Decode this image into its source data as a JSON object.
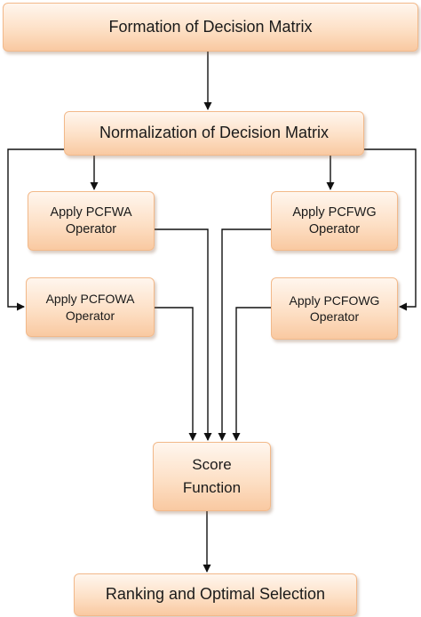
{
  "diagram": {
    "nodes": {
      "formation": "Formation of Decision Matrix",
      "normalization": "Normalization of Decision Matrix",
      "pcfwa": "Apply PCFWA\nOperator",
      "pcfwg": "Apply PCFWG\nOperator",
      "pcfowa": "Apply PCFOWA\nOperator",
      "pcfowg": "Apply PCFOWG\nOperator",
      "score": "Score\nFunction",
      "ranking": "Ranking and Optimal Selection"
    },
    "edges": [
      {
        "from": "formation",
        "to": "normalization"
      },
      {
        "from": "normalization",
        "to": "pcfwa"
      },
      {
        "from": "normalization",
        "to": "pcfwg"
      },
      {
        "from": "normalization",
        "to": "pcfowa"
      },
      {
        "from": "normalization",
        "to": "pcfowg"
      },
      {
        "from": "pcfwa",
        "to": "score"
      },
      {
        "from": "pcfwg",
        "to": "score"
      },
      {
        "from": "pcfowa",
        "to": "score"
      },
      {
        "from": "pcfowg",
        "to": "score"
      },
      {
        "from": "score",
        "to": "ranking"
      }
    ],
    "colors": {
      "node_border": "#f2b98a",
      "node_fill_top": "#fff6ee",
      "node_fill_bottom": "#f9c9a1",
      "arrow": "#111111"
    }
  }
}
